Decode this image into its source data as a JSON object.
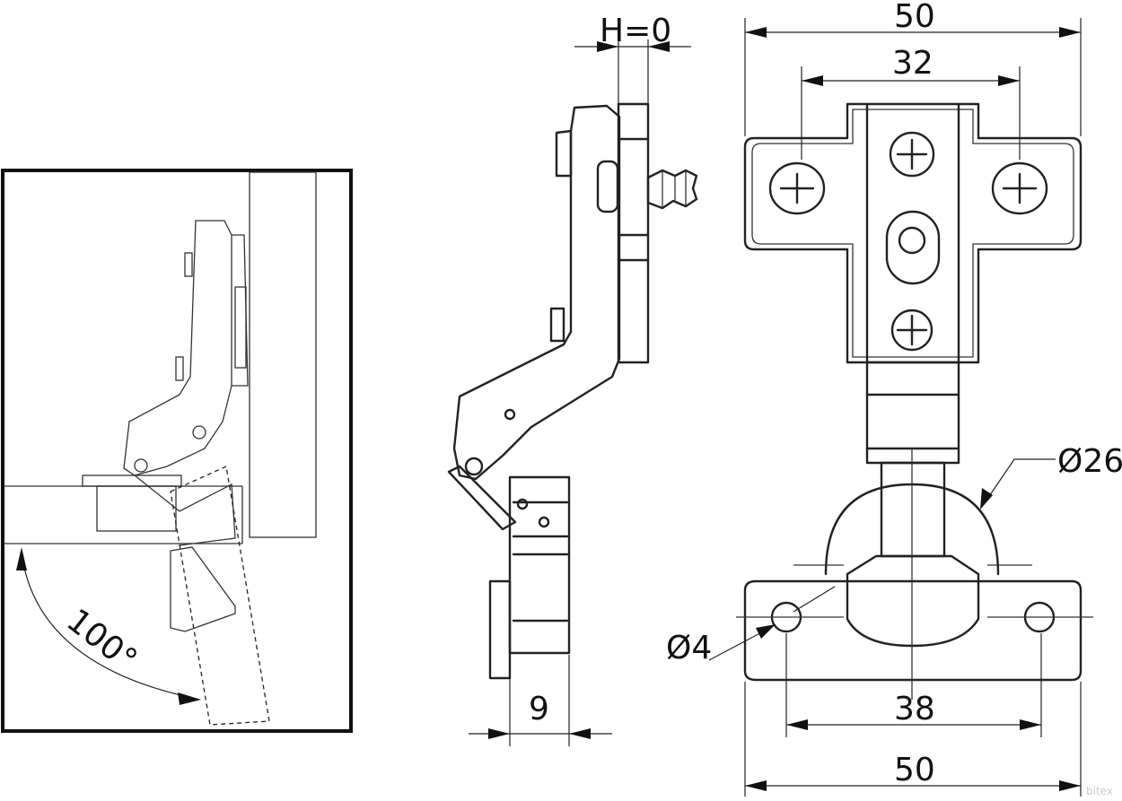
{
  "labels": {
    "opening_angle": "100°",
    "overlay": "H=0",
    "depth": "9",
    "width_top": "50",
    "screw_spacing": "32",
    "cup_diameter": "Ø26",
    "hole_diameter": "Ø4",
    "hole_spacing": "38",
    "width_bottom": "50"
  },
  "watermark": "bitex"
}
